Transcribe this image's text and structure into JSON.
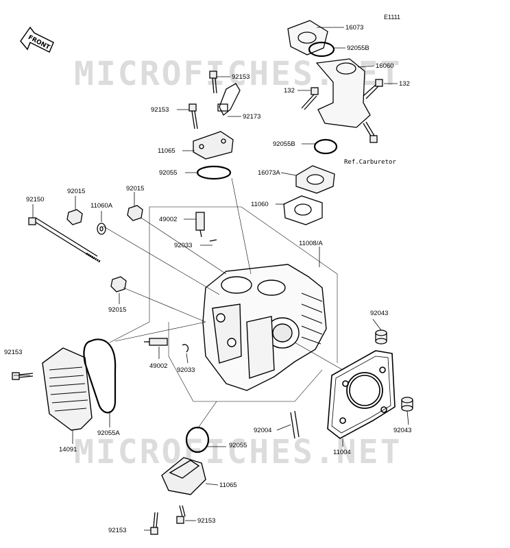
{
  "figure_id": "E1111",
  "watermark": "MICROFICHES.NET",
  "front_label": "FRONT",
  "parts": [
    {
      "id": "p16073",
      "label": "16073"
    },
    {
      "id": "p92055b_top",
      "label": "92055B"
    },
    {
      "id": "p16060",
      "label": "16060"
    },
    {
      "id": "p132_left",
      "label": "132"
    },
    {
      "id": "p132_right",
      "label": "132"
    },
    {
      "id": "p92153_top",
      "label": "92153"
    },
    {
      "id": "p92173",
      "label": "92173"
    },
    {
      "id": "p92153_cap",
      "label": "92153"
    },
    {
      "id": "p11065_top",
      "label": "11065"
    },
    {
      "id": "p92055b_mid",
      "label": "92055B"
    },
    {
      "id": "p_refcarb",
      "label": "Ref.Carburetor"
    },
    {
      "id": "p92055_top",
      "label": "92055"
    },
    {
      "id": "p16073a",
      "label": "16073A"
    },
    {
      "id": "p92150",
      "label": "92150"
    },
    {
      "id": "p92015_a",
      "label": "92015"
    },
    {
      "id": "p11060a",
      "label": "11060A"
    },
    {
      "id": "p92015_b",
      "label": "92015"
    },
    {
      "id": "p11060",
      "label": "11060"
    },
    {
      "id": "p49002_top",
      "label": "49002"
    },
    {
      "id": "p11008a",
      "label": "11008/A"
    },
    {
      "id": "p92033_top",
      "label": "92033"
    },
    {
      "id": "p92015_c",
      "label": "92015"
    },
    {
      "id": "p92043_top",
      "label": "92043"
    },
    {
      "id": "p92153_left",
      "label": "92153"
    },
    {
      "id": "p49002_bot",
      "label": "49002"
    },
    {
      "id": "p92033_bot",
      "label": "92033"
    },
    {
      "id": "p92004",
      "label": "92004"
    },
    {
      "id": "p92043_bot",
      "label": "92043"
    },
    {
      "id": "p92055a",
      "label": "92055A"
    },
    {
      "id": "p14091",
      "label": "14091"
    },
    {
      "id": "p92055_bot",
      "label": "92055"
    },
    {
      "id": "p11004",
      "label": "11004"
    },
    {
      "id": "p11065_bot",
      "label": "11065"
    },
    {
      "id": "p92153_br",
      "label": "92153"
    },
    {
      "id": "p92153_bl",
      "label": "92153"
    }
  ]
}
